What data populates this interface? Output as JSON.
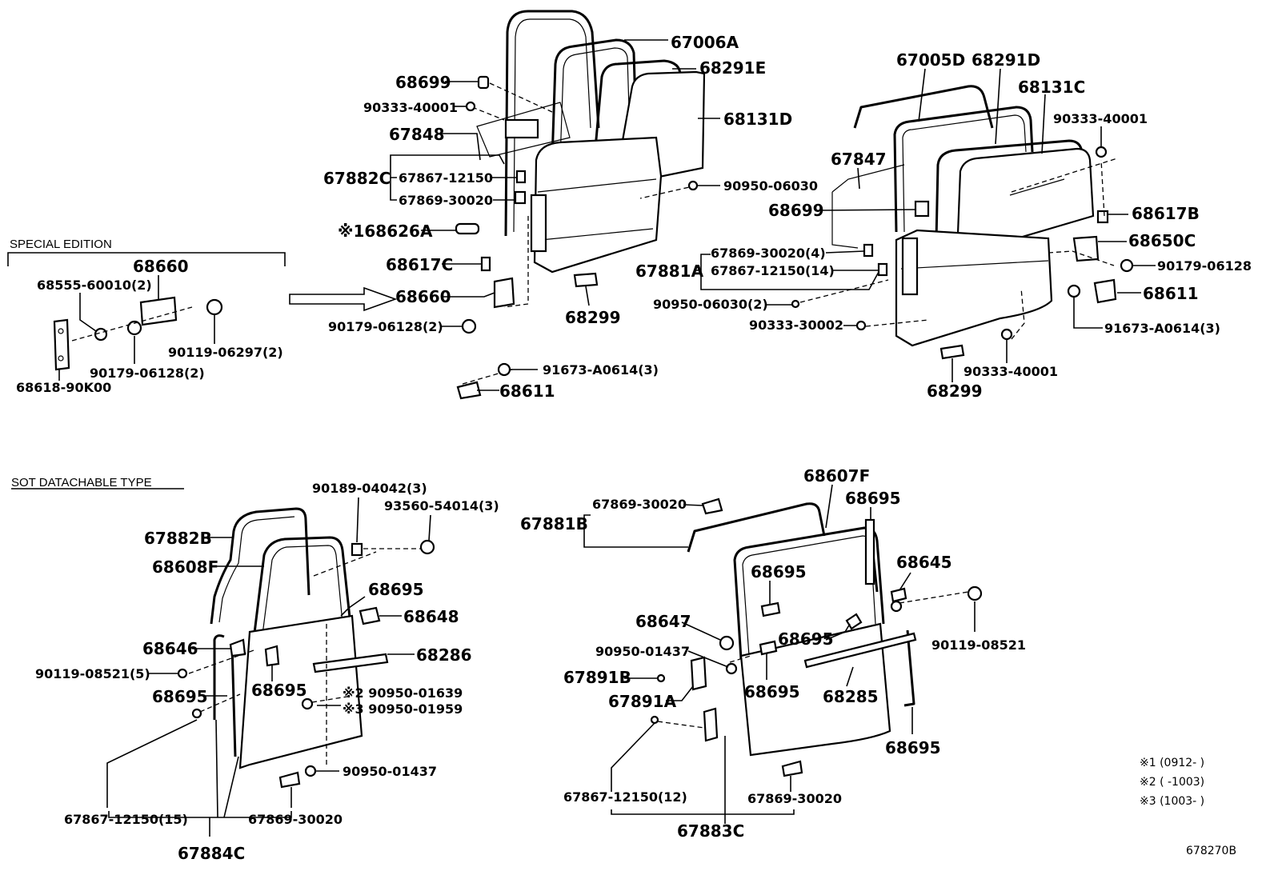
{
  "sections": {
    "special_edition": "SPECIAL EDITION",
    "sot_detachable": "SOT DATACHABLE TYPE"
  },
  "diagram_id": "678270B",
  "notes": {
    "n1": "※1 (0912-   )",
    "n2": "※2 (   -1003)",
    "n3": "※3 (1003-   )"
  },
  "parts": {
    "p67006A": "67006A",
    "p68291E": "68291E",
    "p68699a": "68699",
    "p90333_40001a": "90333-40001",
    "p67848": "67848",
    "p68131D": "68131D",
    "p67882C": "67882C",
    "p67867_12150a": "67867-12150",
    "p67869_30020a": "67869-30020",
    "p90950_06030a": "90950-06030",
    "p68626A": "※168626A",
    "p68617Ca": "68617C",
    "p68660a": "68660",
    "p90179_06128a": "90179-06128(2)",
    "p68299a": "68299",
    "p91673_A0614a": "91673-A0614(3)",
    "p68611a": "68611",
    "p68660b": "68660",
    "p68555": "68555-60010(2)",
    "p90179_06128b": "90179-06128(2)",
    "p90119_06297": "90119-06297(2)",
    "p68618": "68618-90K00",
    "p67005D": "67005D",
    "p68291D": "68291D",
    "p68131C": "68131C",
    "p90333_40001b": "90333-40001",
    "p67847": "67847",
    "p68699b": "68699",
    "p68617B": "68617B",
    "p68650C": "68650C",
    "p67869_30020b": "67869-30020(4)",
    "p67881A": "67881A",
    "p67867_12150b": "67867-12150(14)",
    "p90179_06128c": "90179-06128",
    "p90950_06030b": "90950-06030(2)",
    "p68611b": "68611",
    "p90333_30002": "90333-30002",
    "p91673_A0614b": "91673-A0614(3)",
    "p68299b": "68299",
    "p90333_40001c": "90333-40001",
    "p90189": "90189-04042(3)",
    "p93560": "93560-54014(3)",
    "p67882B": "67882B",
    "p68608F": "68608F",
    "p68695a": "68695",
    "p68648": "68648",
    "p68646": "68646",
    "p68286": "68286",
    "p90119_08521a": "90119-08521(5)",
    "p68695b": "68695",
    "p90950_01639": "※2 90950-01639",
    "p68695c": "68695",
    "p90950_01959": "※3 90950-01959",
    "p90950_01437a": "90950-01437",
    "p67867_12150c": "67867-12150(15)",
    "p67869_30020c": "67869-30020",
    "p67884C": "67884C",
    "p67869_30020d": "67869-30020",
    "p68607F": "68607F",
    "p68695d": "68695",
    "p67881B": "67881B",
    "p68695e": "68695",
    "p68645": "68645",
    "p68647": "68647",
    "p90119_08521b": "90119-08521",
    "p90950_01437b": "90950-01437",
    "p68695f": "68695",
    "p67891B": "67891B",
    "p68695g": "68695",
    "p68285": "68285",
    "p67891A": "67891A",
    "p68695h": "68695",
    "p67867_12150d": "67867-12150(12)",
    "p67869_30020e": "67869-30020",
    "p67883C": "67883C"
  }
}
